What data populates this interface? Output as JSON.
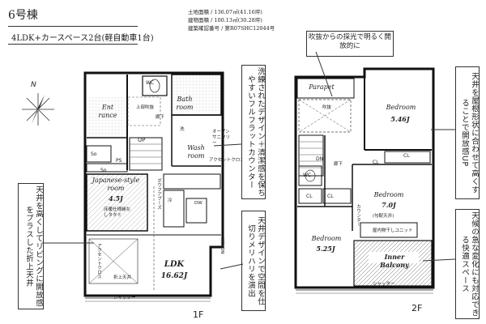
{
  "header": {
    "building": "6号棟",
    "layout_label": "4LDK+カースペース2台(軽自動車1台)",
    "land_label": "土地面積",
    "land_value": "136.07㎡(41.16坪)",
    "bldg_label": "建物面積",
    "bldg_value": "100.13㎡(30.28坪)",
    "cert_label": "建築確認番号",
    "cert_value": "第R07SHC12044号"
  },
  "callouts": {
    "top_right": "吹抜からの採光で明るく開放的に",
    "mid_vertical": "洗練されたデザイン＋清潔感を保ちやすいフルフラットカウンター",
    "left_vertical": "天井を高くしてリビングに開放感をプラスした折上天井",
    "center_vertical": "天井デザインで空間を仕切りメリハリを演出",
    "right_top_vertical": "天井を屋根形状に合わせて高くすることで開放感UP",
    "right_bottom_vertical": "天候の急な変化にも対応できる快適スペース"
  },
  "floor1": {
    "label": "1F",
    "rooms": {
      "entrance": "Ent rance",
      "bath": "Bath room",
      "wash": "Wash room",
      "japanese": "Japanese-style room",
      "japanese_size": "4.5J",
      "ldk": "LDK",
      "ldk_size": "16.62J",
      "so1": "So",
      "so2": "So",
      "ps": "PS",
      "up": "UP",
      "wc": "WC"
    },
    "notes": {
      "joge_shuno": "上部吹抜",
      "roka": "廊下",
      "washer": "洗",
      "open_sanitary": "オープンサニタリー",
      "accent_cross1": "アクセントクロス",
      "accent_cross2": "アクセントクロス",
      "washi_tatami": "床暖仕様縁なしタタミ",
      "oriage": "折上天井",
      "kitchen_cab": "ボウフアブーズ",
      "shutter": "シャッター",
      "ceiling_dn": "天井DN",
      "fridge": "冷",
      "dw": "DW"
    }
  },
  "floor2": {
    "label": "2F",
    "rooms": {
      "parapet": "Parapet",
      "bed1": "Bedroom",
      "bed1_size": "5.46J",
      "bed2": "Bedroom",
      "bed2_size": "7.0J",
      "bed3": "Bedroom",
      "bed3_size": "5.25J",
      "balcony": "Inner Balcony",
      "cl1": "CL",
      "cl2": "CL",
      "cl3": "CL",
      "cl4": "CL",
      "dn": "DN",
      "wc": "WC"
    },
    "notes": {
      "fukinuke": "吹抜",
      "roka": "廊下",
      "kobai": "(勾配天井)",
      "counter": "カウンター",
      "storage_hatch": "屋内物干しユニット",
      "shutter": "シャッター"
    }
  },
  "compass": {
    "label": "N"
  }
}
